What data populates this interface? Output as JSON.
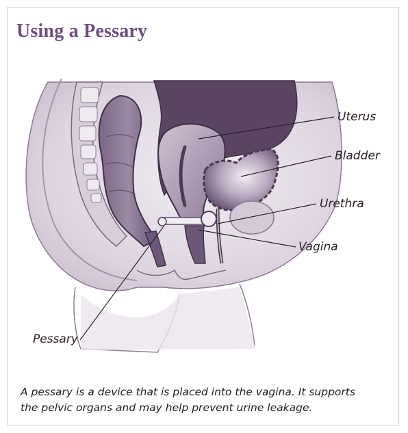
{
  "title": "Using a Pessary",
  "labels": {
    "uterus": "Uterus",
    "bladder": "Bladder",
    "urethra": "Urethra",
    "vagina": "Vagina",
    "pessary": "Pessary"
  },
  "caption_lines": [
    "A pessary is a device that is placed into the vagina. It supports",
    "the pelvic organs and may help prevent urine leakage."
  ],
  "colors": {
    "title": "#6d4f7d",
    "tissue_light": "#e4dde6",
    "tissue_mid": "#b3a3b8",
    "tissue_dark": "#5e4a67",
    "organ_dark": "#4b3955"
  }
}
